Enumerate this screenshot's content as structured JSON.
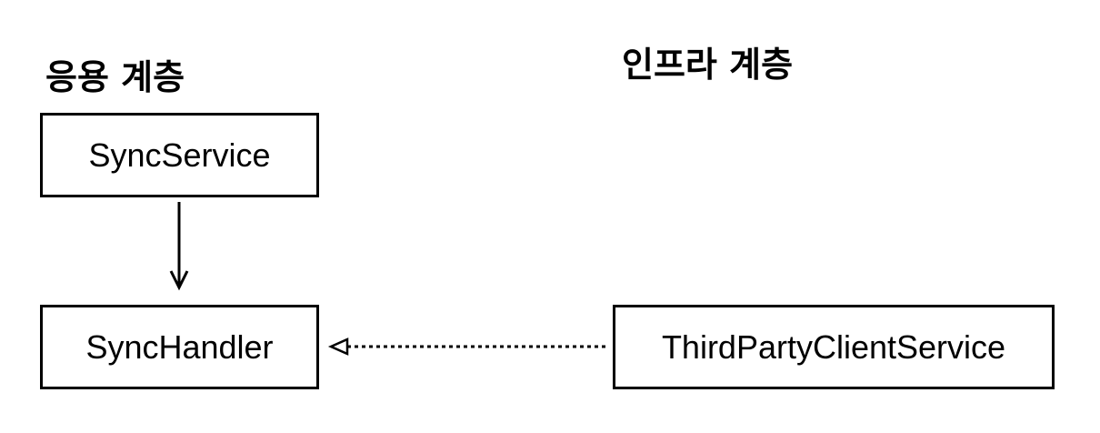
{
  "layers": {
    "application": {
      "title": "응용 계층"
    },
    "infrastructure": {
      "title": "인프라 계층"
    }
  },
  "nodes": {
    "sync_service": {
      "label": "SyncService"
    },
    "sync_handler": {
      "label": "SyncHandler"
    },
    "third_party_client_service": {
      "label": "ThirdPartyClientService"
    }
  },
  "edges": [
    {
      "from": "SyncService",
      "to": "SyncHandler",
      "style": "solid",
      "arrowhead": "open"
    },
    {
      "from": "ThirdPartyClientService",
      "to": "SyncHandler",
      "style": "dotted",
      "arrowhead": "hollow-triangle"
    }
  ],
  "colors": {
    "stroke": "#000000",
    "background": "#ffffff"
  }
}
